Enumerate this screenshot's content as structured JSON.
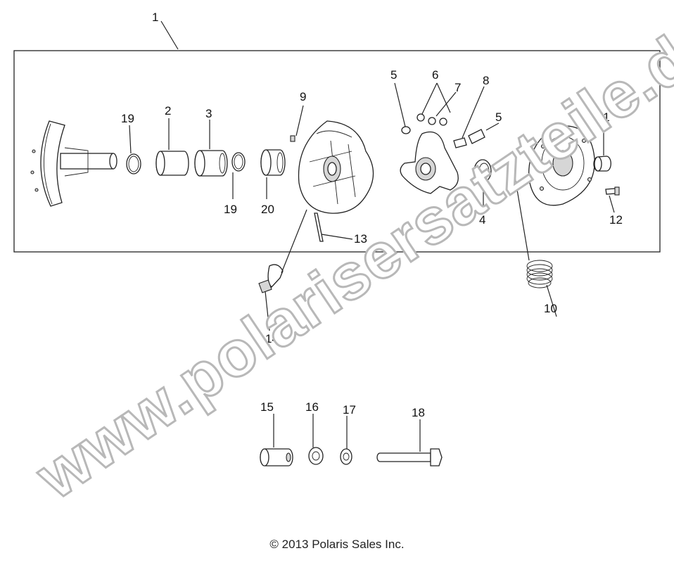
{
  "diagram": {
    "callouts": {
      "c1": "1",
      "c2": "2",
      "c3": "3",
      "c4": "4",
      "c5a": "5",
      "c5b": "5",
      "c6": "6",
      "c7": "7",
      "c8": "8",
      "c9": "9",
      "c10": "10",
      "c11": "11",
      "c12": "12",
      "c13": "13",
      "c14": "14",
      "c15": "15",
      "c16": "16",
      "c17": "17",
      "c18": "18",
      "c19a": "19",
      "c19b": "19",
      "c20": "20"
    }
  },
  "watermark": "www.polarisersatzteile.de",
  "footer": {
    "copyright": "© 2013 Polaris Sales Inc."
  },
  "colors": {
    "line": "#222222",
    "watermark_outline": "#b8b8b8",
    "background": "#ffffff"
  }
}
